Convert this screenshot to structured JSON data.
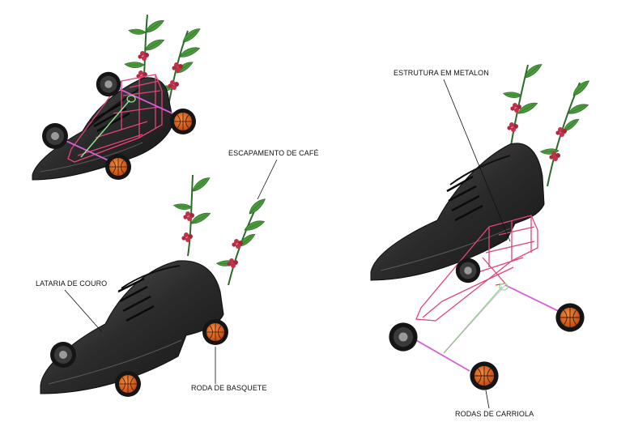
{
  "labels": {
    "exhaust": "ESCAPAMENTO DE CAFÉ",
    "body": "LATARIA DE COURO",
    "basket_wheel": "RODA DE BASQUETE",
    "frame": "ESTRUTURA EM METALON",
    "cart_wheels": "RODAS DE CARRIOLA"
  },
  "colors": {
    "shoe": "#2b2b2b",
    "shoe_highlight": "#6c6c6c",
    "frame": "#e0457a",
    "axle": "#d65fd6",
    "shaft": "#8fe28a",
    "leaf": "#4a9a3c",
    "berry": "#c4324a",
    "ball": "#e0661c",
    "tire": "#151515"
  }
}
